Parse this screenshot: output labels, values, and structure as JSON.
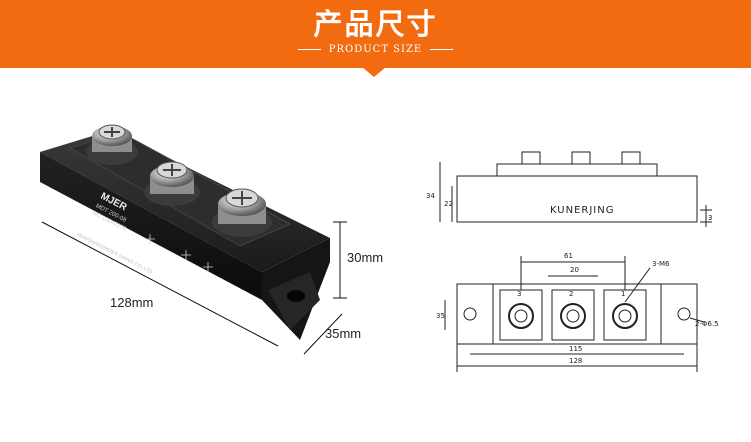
{
  "banner": {
    "title": "产品尺寸",
    "subtitle": "PRODUCT SIZE",
    "color": "#f26b11"
  },
  "photo": {
    "brand": "MJER",
    "model": "MDT 200-08",
    "serial": "NO.13047278",
    "maker": "HUAISHANGMEIER DIANZI CO.,LTD",
    "width_label": "128mm",
    "height_label": "30mm",
    "depth_label": "35mm"
  },
  "drawing": {
    "side_brand": "KUNERJING",
    "side_height_total": "34",
    "side_height_body": "22",
    "side_lip": "3",
    "dim_61": "61",
    "dim_20": "20",
    "thread": "3-M6",
    "terminal_3": "3",
    "terminal_2": "2",
    "terminal_1": "1",
    "hole": "2-Φ6.5",
    "height_35": "35",
    "dim_115": "115",
    "dim_128": "128"
  }
}
